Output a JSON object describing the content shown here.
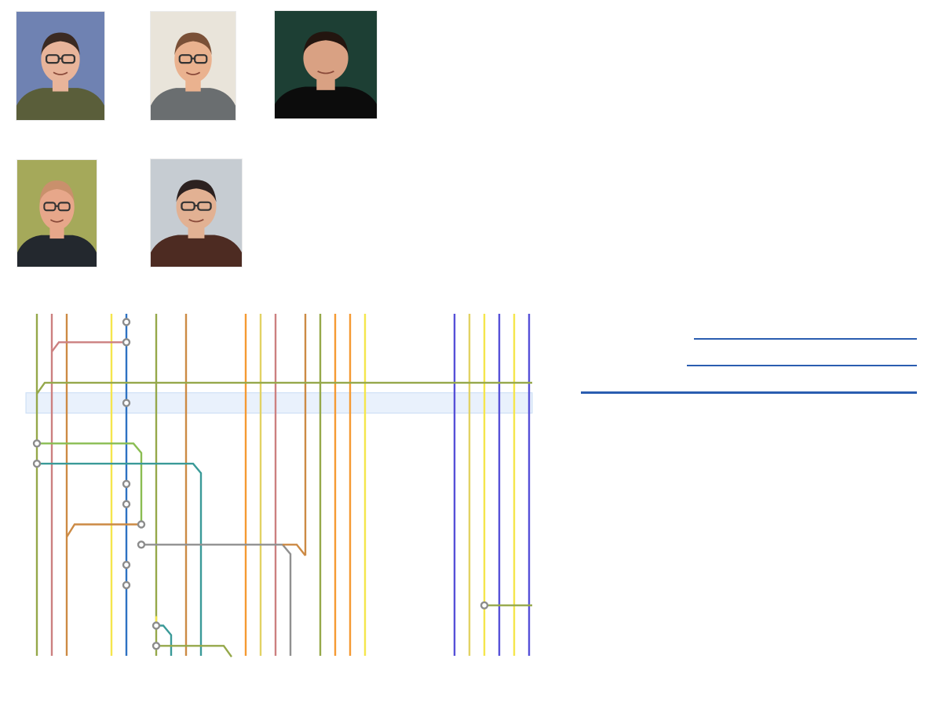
{
  "people": [
    {
      "name": "photo-1",
      "icon": "person-photo",
      "bg": "#6f82b2",
      "skin": "#e8b49a",
      "hair": "#3b2a22",
      "shirt": "#5a5e3a",
      "glasses": true
    },
    {
      "name": "photo-2",
      "icon": "person-photo",
      "bg": "#e9e4da",
      "skin": "#eab28f",
      "hair": "#7a5037",
      "shirt": "#6a6e70",
      "glasses": true
    },
    {
      "name": "photo-3",
      "icon": "person-photo",
      "bg": "#1d3f34",
      "skin": "#d9a183",
      "hair": "#23150f",
      "shirt": "#0c0c0c",
      "glasses": false
    },
    {
      "name": "photo-4",
      "icon": "person-photo",
      "bg": "#a5a95a",
      "skin": "#e7a78a",
      "hair": "#c9906c",
      "shirt": "#23282e",
      "glasses": true
    },
    {
      "name": "photo-5",
      "icon": "person-photo",
      "bg": "#c6ccd2",
      "skin": "#e2b193",
      "hair": "#2c2120",
      "shirt": "#4d2b22",
      "glasses": true
    }
  ],
  "graph": {
    "selected_row": 4,
    "colors": {
      "olive": "#95a84a",
      "rose": "#cc8080",
      "brown": "#cc8a44",
      "yellow": "#f5e64c",
      "blue": "#2e72c2",
      "orange": "#f59a32",
      "lightyellow": "#e2d264",
      "indigo": "#5650d8",
      "teal": "#3a9a98",
      "green": "#8abd52",
      "gray": "#909090",
      "node": "#8c8c8c"
    }
  },
  "links": [
    {
      "name": "link-1"
    },
    {
      "name": "link-2"
    },
    {
      "name": "link-3"
    }
  ]
}
